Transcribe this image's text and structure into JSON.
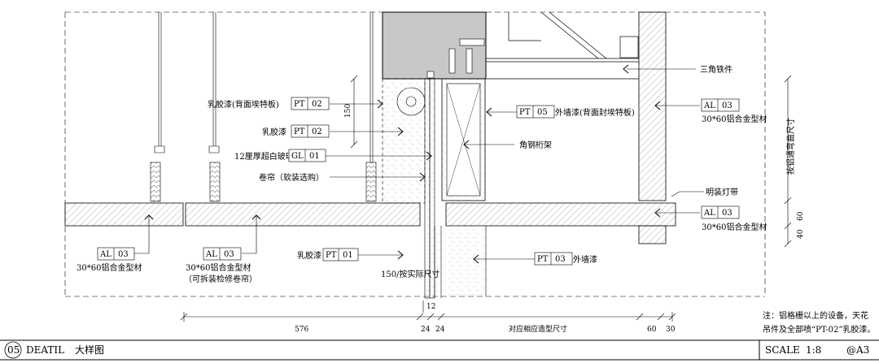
{
  "callouts": {
    "triangle_iron": "三角铁件",
    "latex_back": "乳胶漆(背面埃特板)",
    "latex_back_tag_a": "PT",
    "latex_back_tag_b": "02",
    "latex_plain": "乳胶漆",
    "latex_plain_tag_a": "PT",
    "latex_plain_tag_b": "02",
    "glass": "12厘厚超白玻璃",
    "glass_tag_a": "GL",
    "glass_tag_b": "01",
    "curtain": "卷帘（软装选购）",
    "ext_paint_back_tag_a": "PT",
    "ext_paint_back_tag_b": "05",
    "ext_paint_back": "外墙漆(背面封埃特板)",
    "angle_truss": "角钢桁架",
    "al_right_tag_a": "AL",
    "al_right_tag_b": "03",
    "al_right_desc": "30*60铝合金型材",
    "strip_light": "明装灯带",
    "al_right2_tag_a": "AL",
    "al_right2_tag_b": "03",
    "al_right2_desc": "30*60铝合金型材",
    "al_left1_tag_a": "AL",
    "al_left1_tag_b": "03",
    "al_left1_desc": "30*60铝合金型材",
    "al_left2_tag_a": "AL",
    "al_left2_tag_b": "03",
    "al_left2_desc": "30*60铝合金型材",
    "al_left2_desc2": "（可拆装检修卷帘）",
    "latex_low_label": "乳胶漆",
    "latex_low_tag_a": "PT",
    "latex_low_tag_b": "01",
    "ext_paint_low_tag_a": "PT",
    "ext_paint_low_tag_b": "03",
    "ext_paint_low": "外墙漆",
    "site_measure": "150/按实际尺寸",
    "vertical_note": "按铝通弯曲尺寸"
  },
  "dimensions": {
    "d150": "150",
    "d60": "60",
    "d40": "40",
    "d12": "12",
    "d576": "576",
    "d24a": "24",
    "d24b": "24",
    "d_match": "对应相应造型尺寸",
    "d60b": "60",
    "d30": "30"
  },
  "note": {
    "line1": "注：铝格栅以上的设备，天花",
    "line2": "吊件及全部喷“PT-02”乳胶漆。"
  },
  "title_block": {
    "number": "05",
    "code": "DEATIL",
    "name": "大样图",
    "scale_label": "SCALE",
    "scale_value": "1:8",
    "sheet": "@A3"
  },
  "colors": {
    "ink": "#000000",
    "concrete": "#c8c8c8",
    "hatch": "#9a9a9a"
  }
}
